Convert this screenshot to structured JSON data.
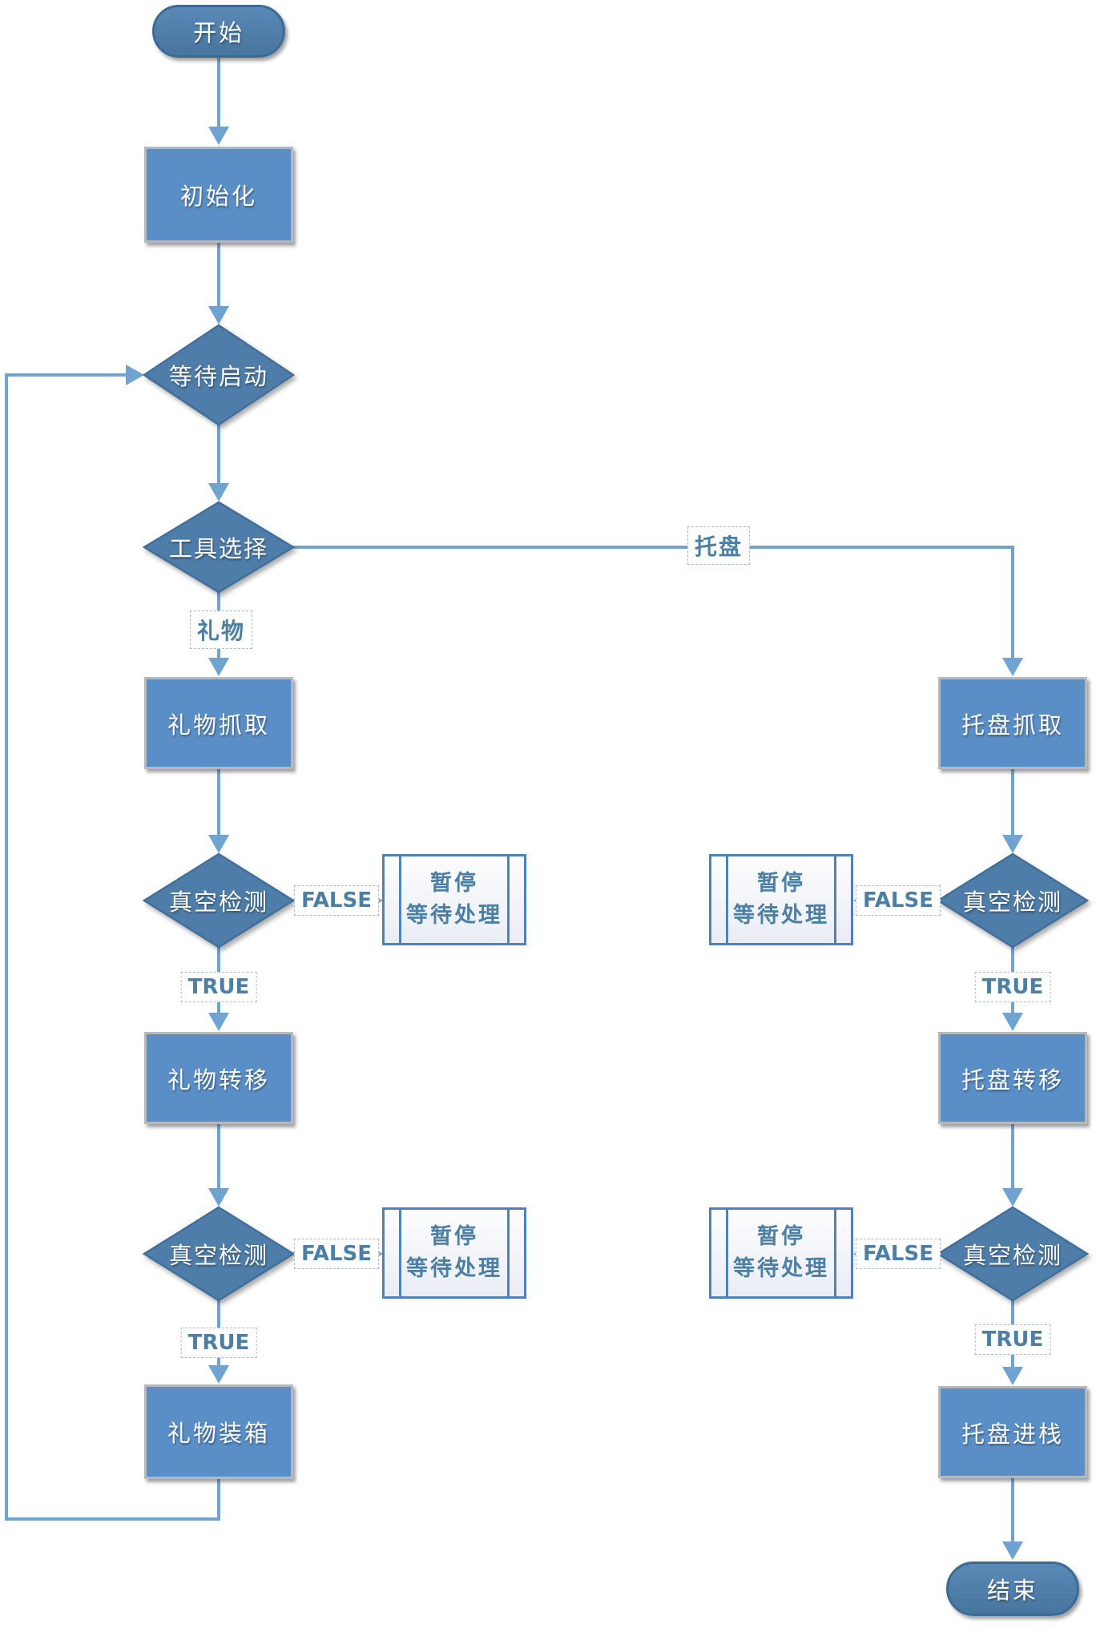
{
  "colors": {
    "rect_fill": "#5a8ec6",
    "rect_stroke": "#b3b9be",
    "diamond_fill": "#4e7da9",
    "diamond_stroke": "#426f9a",
    "terminal_fill_top": "#5a89b6",
    "terminal_fill_bottom": "#47759f",
    "terminal_stroke": "#3a6b96",
    "connector": "#6fa3d2",
    "edge_label_text": "#4b7fa6",
    "pause_fill_top": "#fdfdfe",
    "pause_fill_bottom": "#e9edf4",
    "pause_stroke": "#4f81bd",
    "pause_text": "#4b7fa6",
    "node_text": "#ffffff"
  },
  "nodes": {
    "start": "开始",
    "init": "初始化",
    "wait_start": "等待启动",
    "tool_select": "工具选择",
    "gift_grab": "礼物抓取",
    "vacuum_check": "真空检测",
    "gift_transfer": "礼物转移",
    "gift_pack": "礼物装箱",
    "tray_grab": "托盘抓取",
    "tray_transfer": "托盘转移",
    "tray_push": "托盘进栈",
    "end": "结束",
    "pause": {
      "line1": "暂停",
      "line2": "等待处理"
    }
  },
  "edge_labels": {
    "gift": "礼物",
    "tray": "托盘",
    "true": "TRUE",
    "false": "FALSE"
  }
}
